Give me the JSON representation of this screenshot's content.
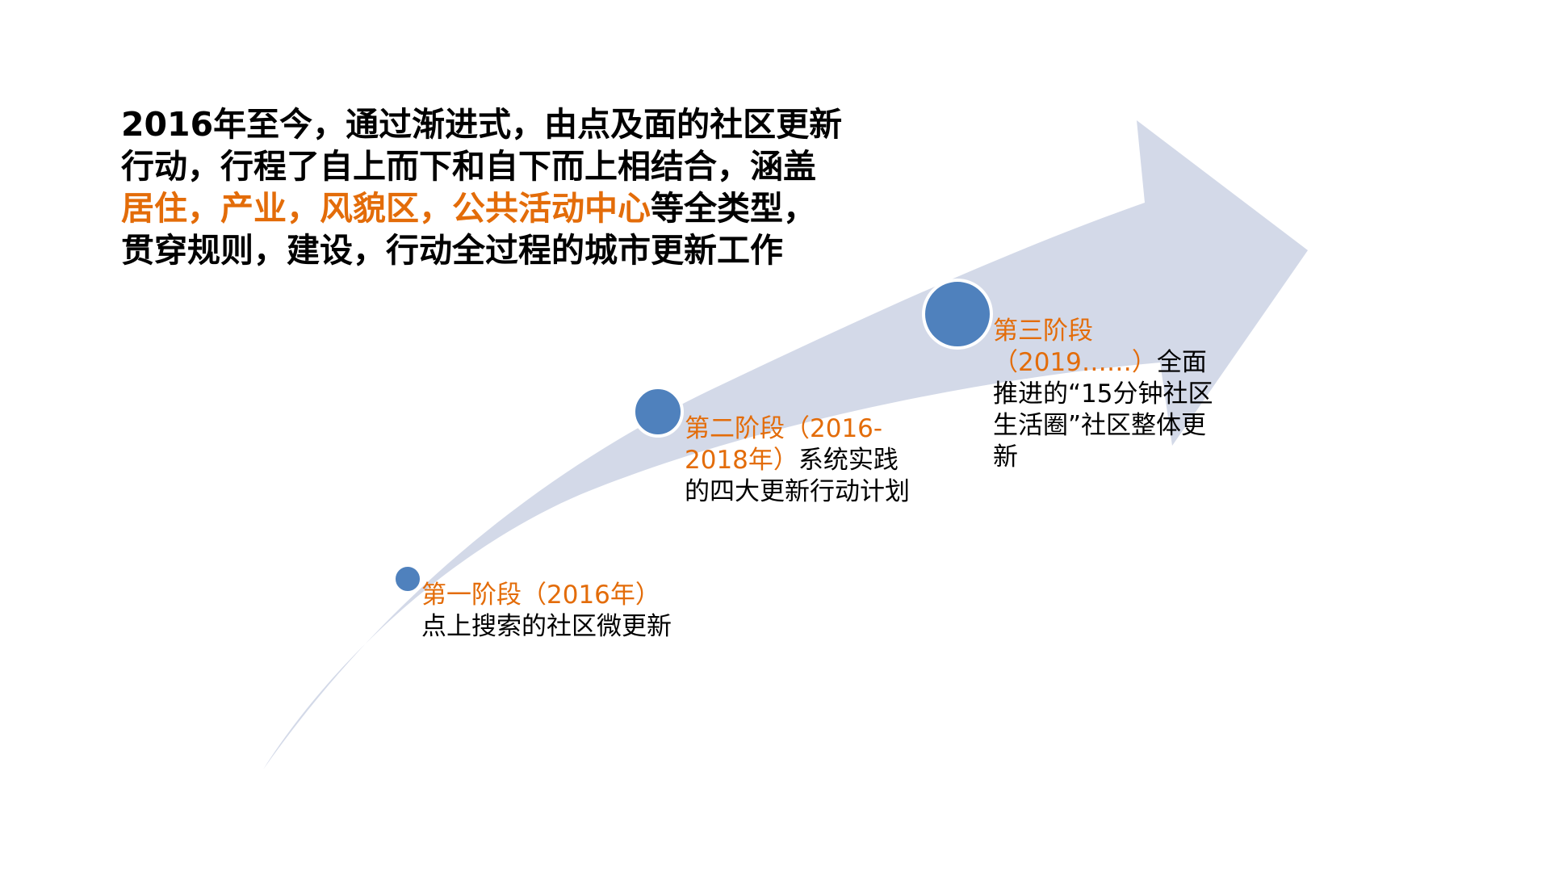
{
  "headline": {
    "part1": "2016年至今，通过渐进式，由点及面的社区更新行动，行程了自上而下和自下而上相结合，涵盖",
    "highlight": "居住，产业，风貌区，公共活动中心",
    "part2": "等全类型，贯穿规则，建设，行动全过程的城市更新工作"
  },
  "stages": [
    {
      "label": "第一阶段（2016年）",
      "desc": "点上搜索的社区微更新"
    },
    {
      "label": "第二阶段（2016-2018年）",
      "desc": "系统实践的四大更新行动计划"
    },
    {
      "label": "第三阶段（2019……）",
      "desc": "全面推进的“15分钟社区生活圈”社区整体更新"
    }
  ],
  "colors": {
    "arrow": "#D3D9E8",
    "node_fill": "#4F81BD",
    "node_stroke": "#FFFFFF",
    "highlight": "#E36C09",
    "text": "#000000"
  }
}
